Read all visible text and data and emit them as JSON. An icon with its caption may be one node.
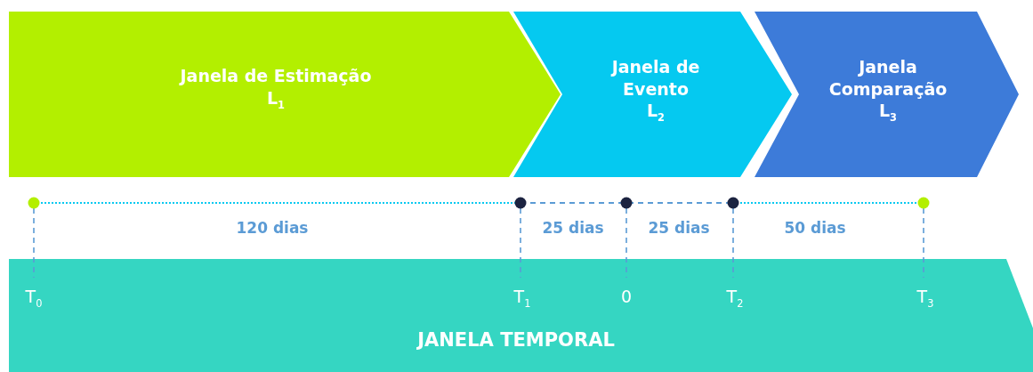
{
  "diagram": {
    "nodes": [
      {
        "text": [
          "Janela de Estimação",
          "L$_{1}$"
        ]
      },
      {
        "text": [
          "Janela de Evento",
          "L$_{2}$"
        ]
      },
      {
        "text": [
          "Janela Comparação",
          "L$_{3}$"
        ]
      },
      {
        "text": [
          "JANELA TEMPORAL"
        ]
      }
    ],
    "labels": [
      "120 dias",
      "25 dias",
      "25 dias",
      "50 dias",
      "T$_{0}$",
      "T$_{1}$",
      "0",
      "T$_{2}$",
      "T$_{3}$"
    ]
  }
}
